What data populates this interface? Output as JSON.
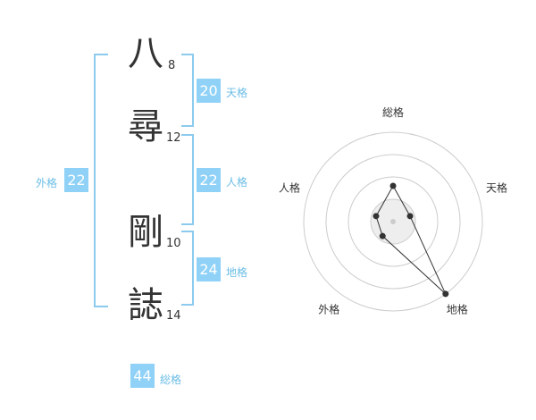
{
  "name_chars": [
    {
      "char": "八",
      "strokes": "8"
    },
    {
      "char": "尋",
      "strokes": "12"
    },
    {
      "char": "剛",
      "strokes": "10"
    },
    {
      "char": "誌",
      "strokes": "14"
    }
  ],
  "scores": {
    "tenkaku": {
      "value": "20",
      "label": "天格"
    },
    "jinkaku": {
      "value": "22",
      "label": "人格"
    },
    "chikaku": {
      "value": "24",
      "label": "地格"
    },
    "gaikaku": {
      "value": "22",
      "label": "外格"
    },
    "soukaku": {
      "value": "44",
      "label": "総格"
    }
  },
  "chart_data": {
    "type": "radar",
    "axes": [
      "総格",
      "天格",
      "地格",
      "外格",
      "人格"
    ],
    "values": [
      2,
      1,
      5,
      1,
      1
    ],
    "max": 5,
    "rings": 4,
    "colors": {
      "line": "#333333",
      "grid": "#cccccc",
      "fill": "#eeeeee"
    }
  }
}
